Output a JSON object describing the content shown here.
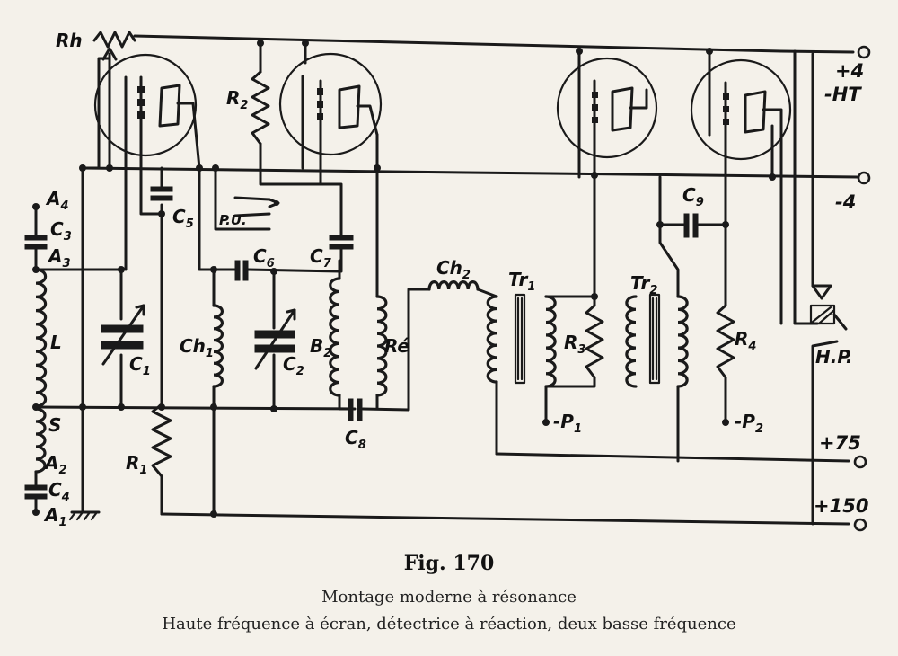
{
  "figure": {
    "number": "Fig. 170",
    "caption_line1": "Montage moderne à résonance",
    "caption_line2": "Haute fréquence à écran, détectrice à réaction, deux basse fréquence"
  },
  "labels": {
    "rh": "Rh",
    "a4": "A",
    "a4_sub": "4",
    "c3": "C",
    "c3_sub": "3",
    "a3": "A",
    "a3_sub": "3",
    "l": "L",
    "s": "S",
    "a2": "A",
    "a2_sub": "2",
    "c4": "C",
    "c4_sub": "4",
    "a1": "A",
    "a1_sub": "1",
    "c1": "C",
    "c1_sub": "1",
    "c5": "C",
    "c5_sub": "5",
    "r1": "R",
    "r1_sub": "1",
    "r2": "R",
    "r2_sub": "2",
    "pu": "P.U.",
    "c6": "C",
    "c6_sub": "6",
    "c7": "C",
    "c7_sub": "7",
    "ch1": "Ch",
    "ch1_sub": "1",
    "c2": "C",
    "c2_sub": "2",
    "b2": "B",
    "b2_sub": "2",
    "re": "Ré",
    "c8": "C",
    "c8_sub": "8",
    "ch2": "Ch",
    "ch2_sub": "2",
    "tr1": "Tr",
    "tr1_sub": "1",
    "r3": "R",
    "r3_sub": "3",
    "p1": "-P",
    "p1_sub": "1",
    "tr2": "Tr",
    "tr2_sub": "2",
    "c9": "C",
    "c9_sub": "9",
    "r4": "R",
    "r4_sub": "4",
    "p2": "-P",
    "p2_sub": "2",
    "hp": "H.P."
  },
  "terminals": {
    "plus4": "+4",
    "minus_ht": "-HT",
    "minus4": "-4",
    "plus75": "+75",
    "plus150": "+150"
  }
}
